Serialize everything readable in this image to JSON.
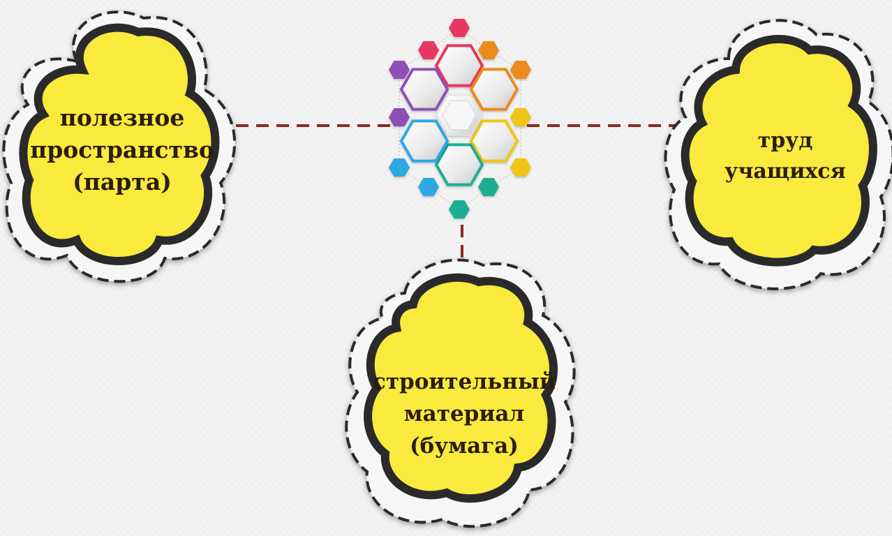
{
  "colors": {
    "cloud_fill": "#f9ea3d",
    "cloud_outline": "#2a2a2a",
    "connector": "#8b2a1f",
    "hex_palette": [
      "#e8375e",
      "#ee8a1c",
      "#f0c514",
      "#2fa8e3",
      "#1cae93",
      "#8e4fb6"
    ]
  },
  "center_icon": {
    "name": "hexagon-cluster-icon"
  },
  "clouds": {
    "left": {
      "lines": [
        "полезное",
        "пространство",
        "(парта)"
      ]
    },
    "right": {
      "lines": [
        "труд",
        "учащихся"
      ]
    },
    "bottom": {
      "lines": [
        "строительный",
        "материал",
        "(бумага)"
      ]
    }
  }
}
